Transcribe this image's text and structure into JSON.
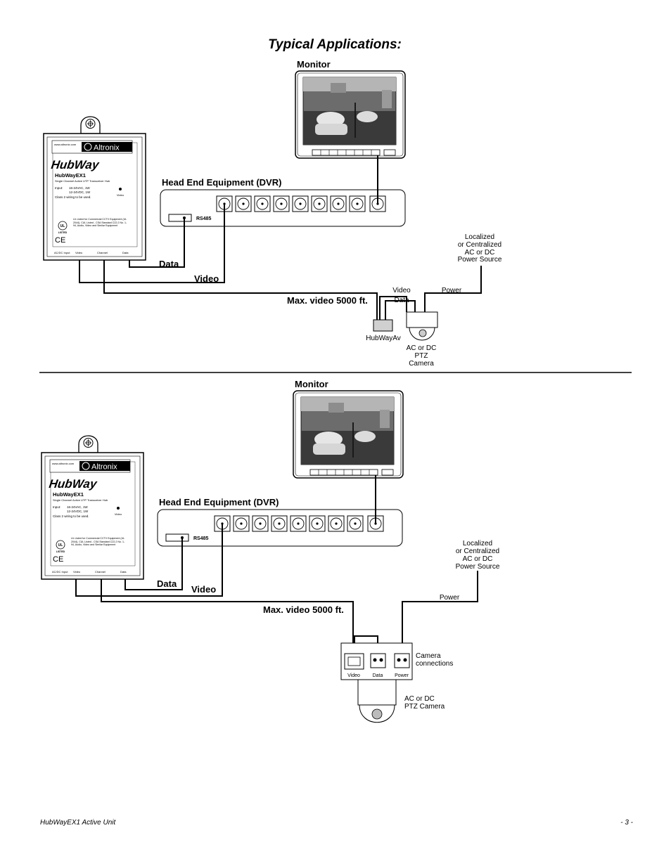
{
  "page": {
    "title": "Typical Applications:",
    "footer_left": "HubWayEX1 Active Unit",
    "footer_right": "- 3 -"
  },
  "unit": {
    "url": "www.altronix.com",
    "brand": "Altronix",
    "logo": "HubWay",
    "model": "HubWayEX1",
    "description": "Single Channel Active UTP Transceiver Hub",
    "input_label": "Input:",
    "input_ac": "16-24VAC, 1W",
    "input_dc": "12-24VDC, 1W",
    "class_note": "Class 2 wiring to be used.",
    "video_led": "Video",
    "ul_note": "UL Listed for Commercial CCTV Equipment (UL 2044), CUL Listed - CSA Standard C22.2 No. 1-94, Audio, Video and Similar Equipment",
    "ul_mark": "UL",
    "listed": "LISTED",
    "ce_mark": "CE",
    "ports": [
      "AC/DC Input",
      "Video",
      "Channel",
      "Data"
    ]
  },
  "diagram1": {
    "monitor": "Monitor",
    "dvr": "Head End Equipment (DVR)",
    "rs485": "RS485",
    "data": "Data",
    "video": "Video",
    "max_video": "Max. video 5000 ft.",
    "power_source": [
      "Localized",
      "or Centralized",
      "AC or DC",
      "Power Source"
    ],
    "video_small": "Video",
    "data_small": "Data",
    "power": "Power",
    "hubwayav": "HubWayAv",
    "camera": [
      "AC or DC",
      "PTZ",
      "Camera"
    ]
  },
  "diagram2": {
    "monitor": "Monitor",
    "dvr": "Head End Equipment (DVR)",
    "rs485": "RS485",
    "data": "Data",
    "video": "Video",
    "max_video": "Max. video 5000 ft.",
    "power_source": [
      "Localized",
      "or Centralized",
      "AC or DC",
      "Power Source"
    ],
    "power": "Power",
    "camera_connections": [
      "Camera",
      "connections"
    ],
    "terminals": [
      "Video",
      "Data",
      "Power"
    ],
    "camera": [
      "AC or DC",
      "PTZ Camera"
    ]
  }
}
